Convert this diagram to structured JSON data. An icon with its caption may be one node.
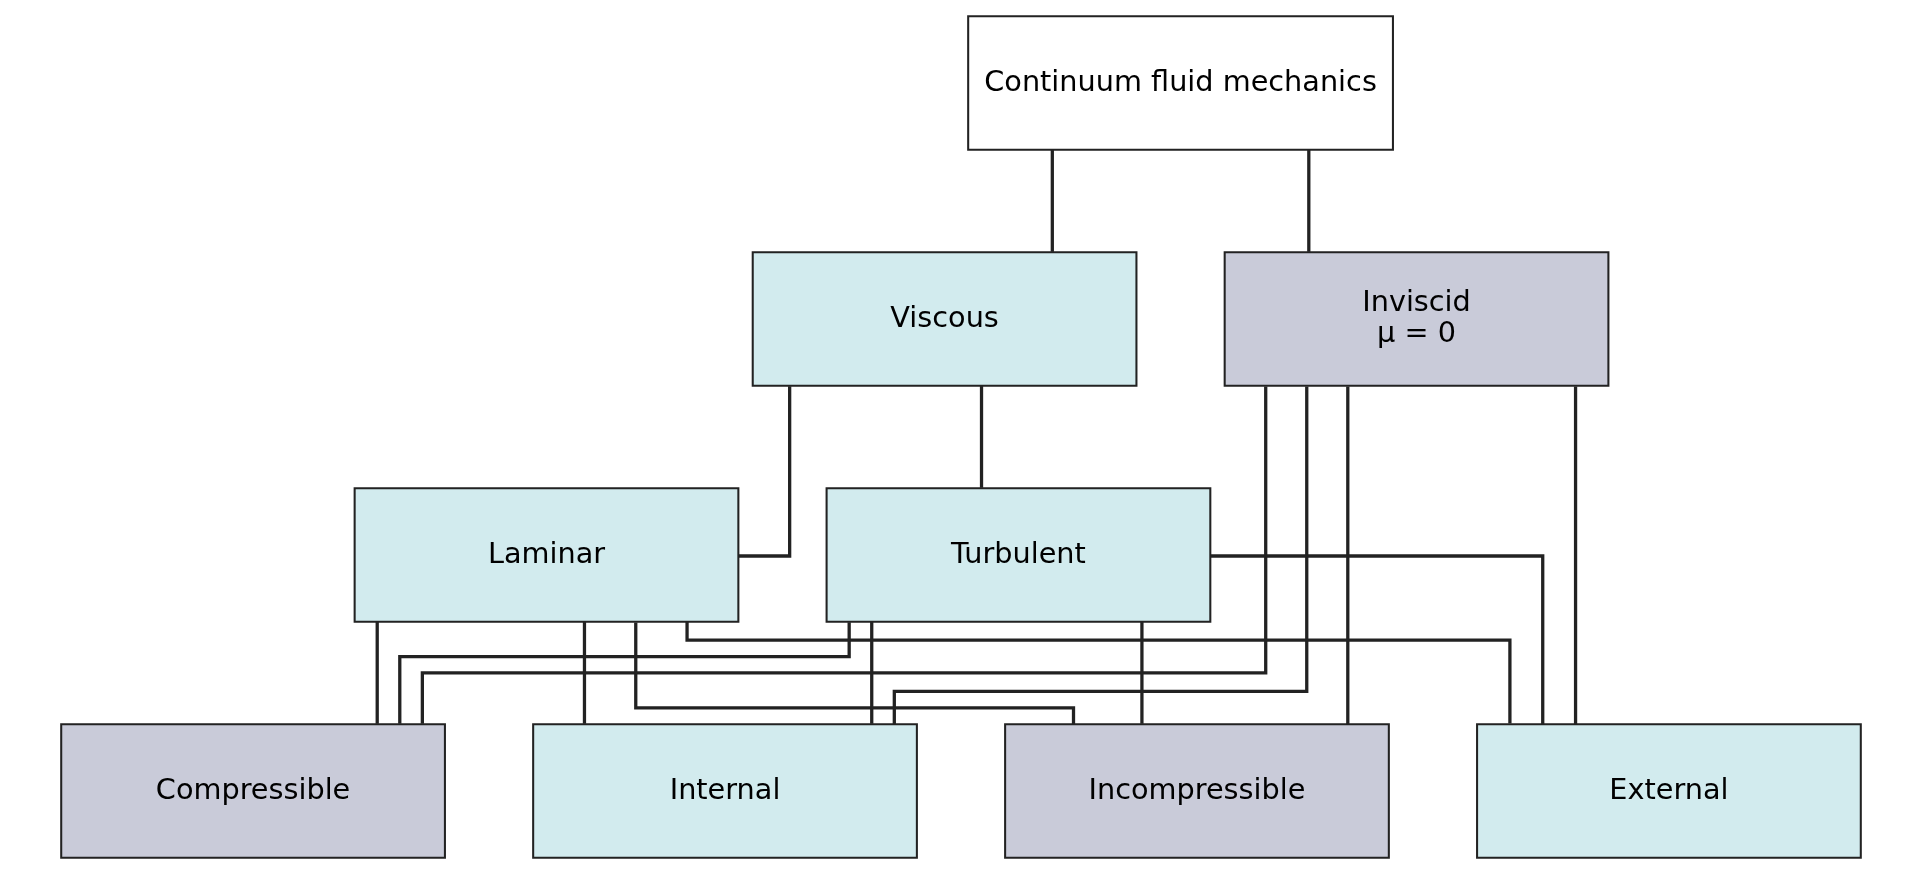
{
  "diagram": {
    "nodes": [
      {
        "text": [
          "Continuum fluid mechanics"
        ]
      },
      {
        "text": [
          "Inviscid",
          "μ = 0"
        ]
      },
      {
        "text": [
          "Viscous"
        ]
      },
      {
        "text": [
          "Laminar"
        ]
      },
      {
        "text": [
          "Turbulent"
        ]
      },
      {
        "text": [
          "Compressible"
        ]
      },
      {
        "text": [
          "Incompressible"
        ]
      },
      {
        "text": [
          "Internal"
        ]
      },
      {
        "text": [
          "External"
        ]
      }
    ],
    "edges": [
      {
        "from": 0,
        "to": 1,
        "arrow": "none"
      },
      {
        "from": 0,
        "to": 2,
        "arrow": "none"
      },
      {
        "from": 2,
        "to": 3,
        "arrow": "none"
      },
      {
        "from": 2,
        "to": 4,
        "arrow": "none"
      },
      {
        "from": 1,
        "to": 5,
        "arrow": "none"
      },
      {
        "from": 1,
        "to": 6,
        "arrow": "none"
      },
      {
        "from": 1,
        "to": 7,
        "arrow": "none"
      },
      {
        "from": 1,
        "to": 8,
        "arrow": "none"
      },
      {
        "from": 3,
        "to": 5,
        "arrow": "none"
      },
      {
        "from": 3,
        "to": 6,
        "arrow": "none"
      },
      {
        "from": 3,
        "to": 7,
        "arrow": "none"
      },
      {
        "from": 3,
        "to": 8,
        "arrow": "none"
      },
      {
        "from": 4,
        "to": 5,
        "arrow": "none"
      },
      {
        "from": 4,
        "to": 6,
        "arrow": "none"
      },
      {
        "from": 4,
        "to": 7,
        "arrow": "none"
      },
      {
        "from": 4,
        "to": 8,
        "arrow": "none"
      }
    ]
  }
}
